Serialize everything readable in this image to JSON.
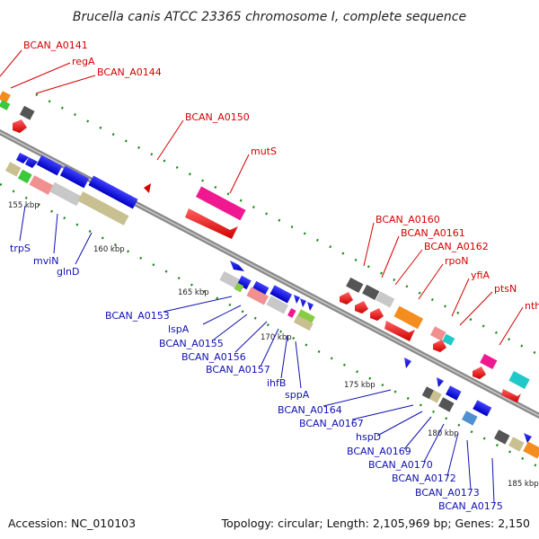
{
  "title": "Brucella canis ATCC 23365 chromosome I, complete sequence",
  "footer": {
    "accession": "Accession: NC_010103",
    "summary": "Topology: circular; Length: 2,105,969 bp; Genes: 2,150"
  },
  "ticks": [
    "155 kbp",
    "160 kbp",
    "165 kbp",
    "170 kbp",
    "175 kbp",
    "180 kbp",
    "185 kbp"
  ],
  "labels_forward": [
    "BCAN_A0141",
    "regA",
    "BCAN_A0144",
    "BCAN_A0150",
    "mutS",
    "BCAN_A0160",
    "BCAN_A0161",
    "BCAN_A0162",
    "rpoN",
    "yfiA",
    "ptsN",
    "nth"
  ],
  "labels_reverse": [
    "trpS",
    "mviN",
    "glnD",
    "BCAN_A0153",
    "lspA",
    "BCAN_A0155",
    "BCAN_A0156",
    "BCAN_A0157",
    "ihfB",
    "sppA",
    "BCAN_A0164",
    "BCAN_A0167",
    "hspD",
    "BCAN_A0169",
    "BCAN_A0170",
    "BCAN_A0172",
    "BCAN_A0173",
    "BCAN_A0175"
  ],
  "colors": {
    "backbone": "#8a8a8a",
    "forward_label": "#d40000",
    "reverse_label": "#1010b0",
    "gc_dots": "#1a8a1a"
  }
}
